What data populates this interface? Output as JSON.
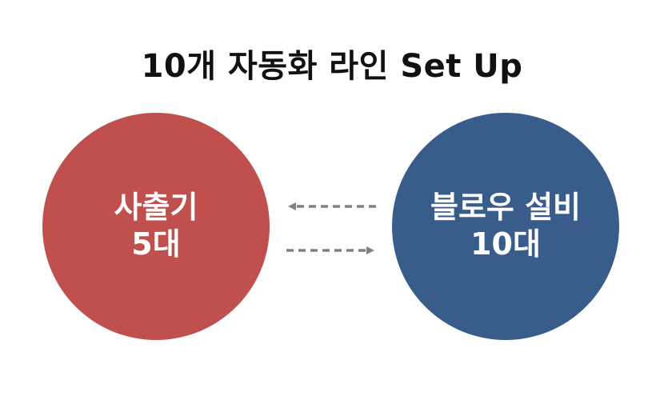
{
  "title": "10개 자동화 라인 Set Up",
  "left_node": {
    "line1": "사출기",
    "line2": "5대",
    "color": "#c0504d"
  },
  "right_node": {
    "line1": "블로우 설비",
    "line2": "10대",
    "color": "#385d8a"
  },
  "connectors": {
    "color": "#808080",
    "style": "dashed",
    "top_direction": "right-to-left",
    "bottom_direction": "left-to-right"
  }
}
